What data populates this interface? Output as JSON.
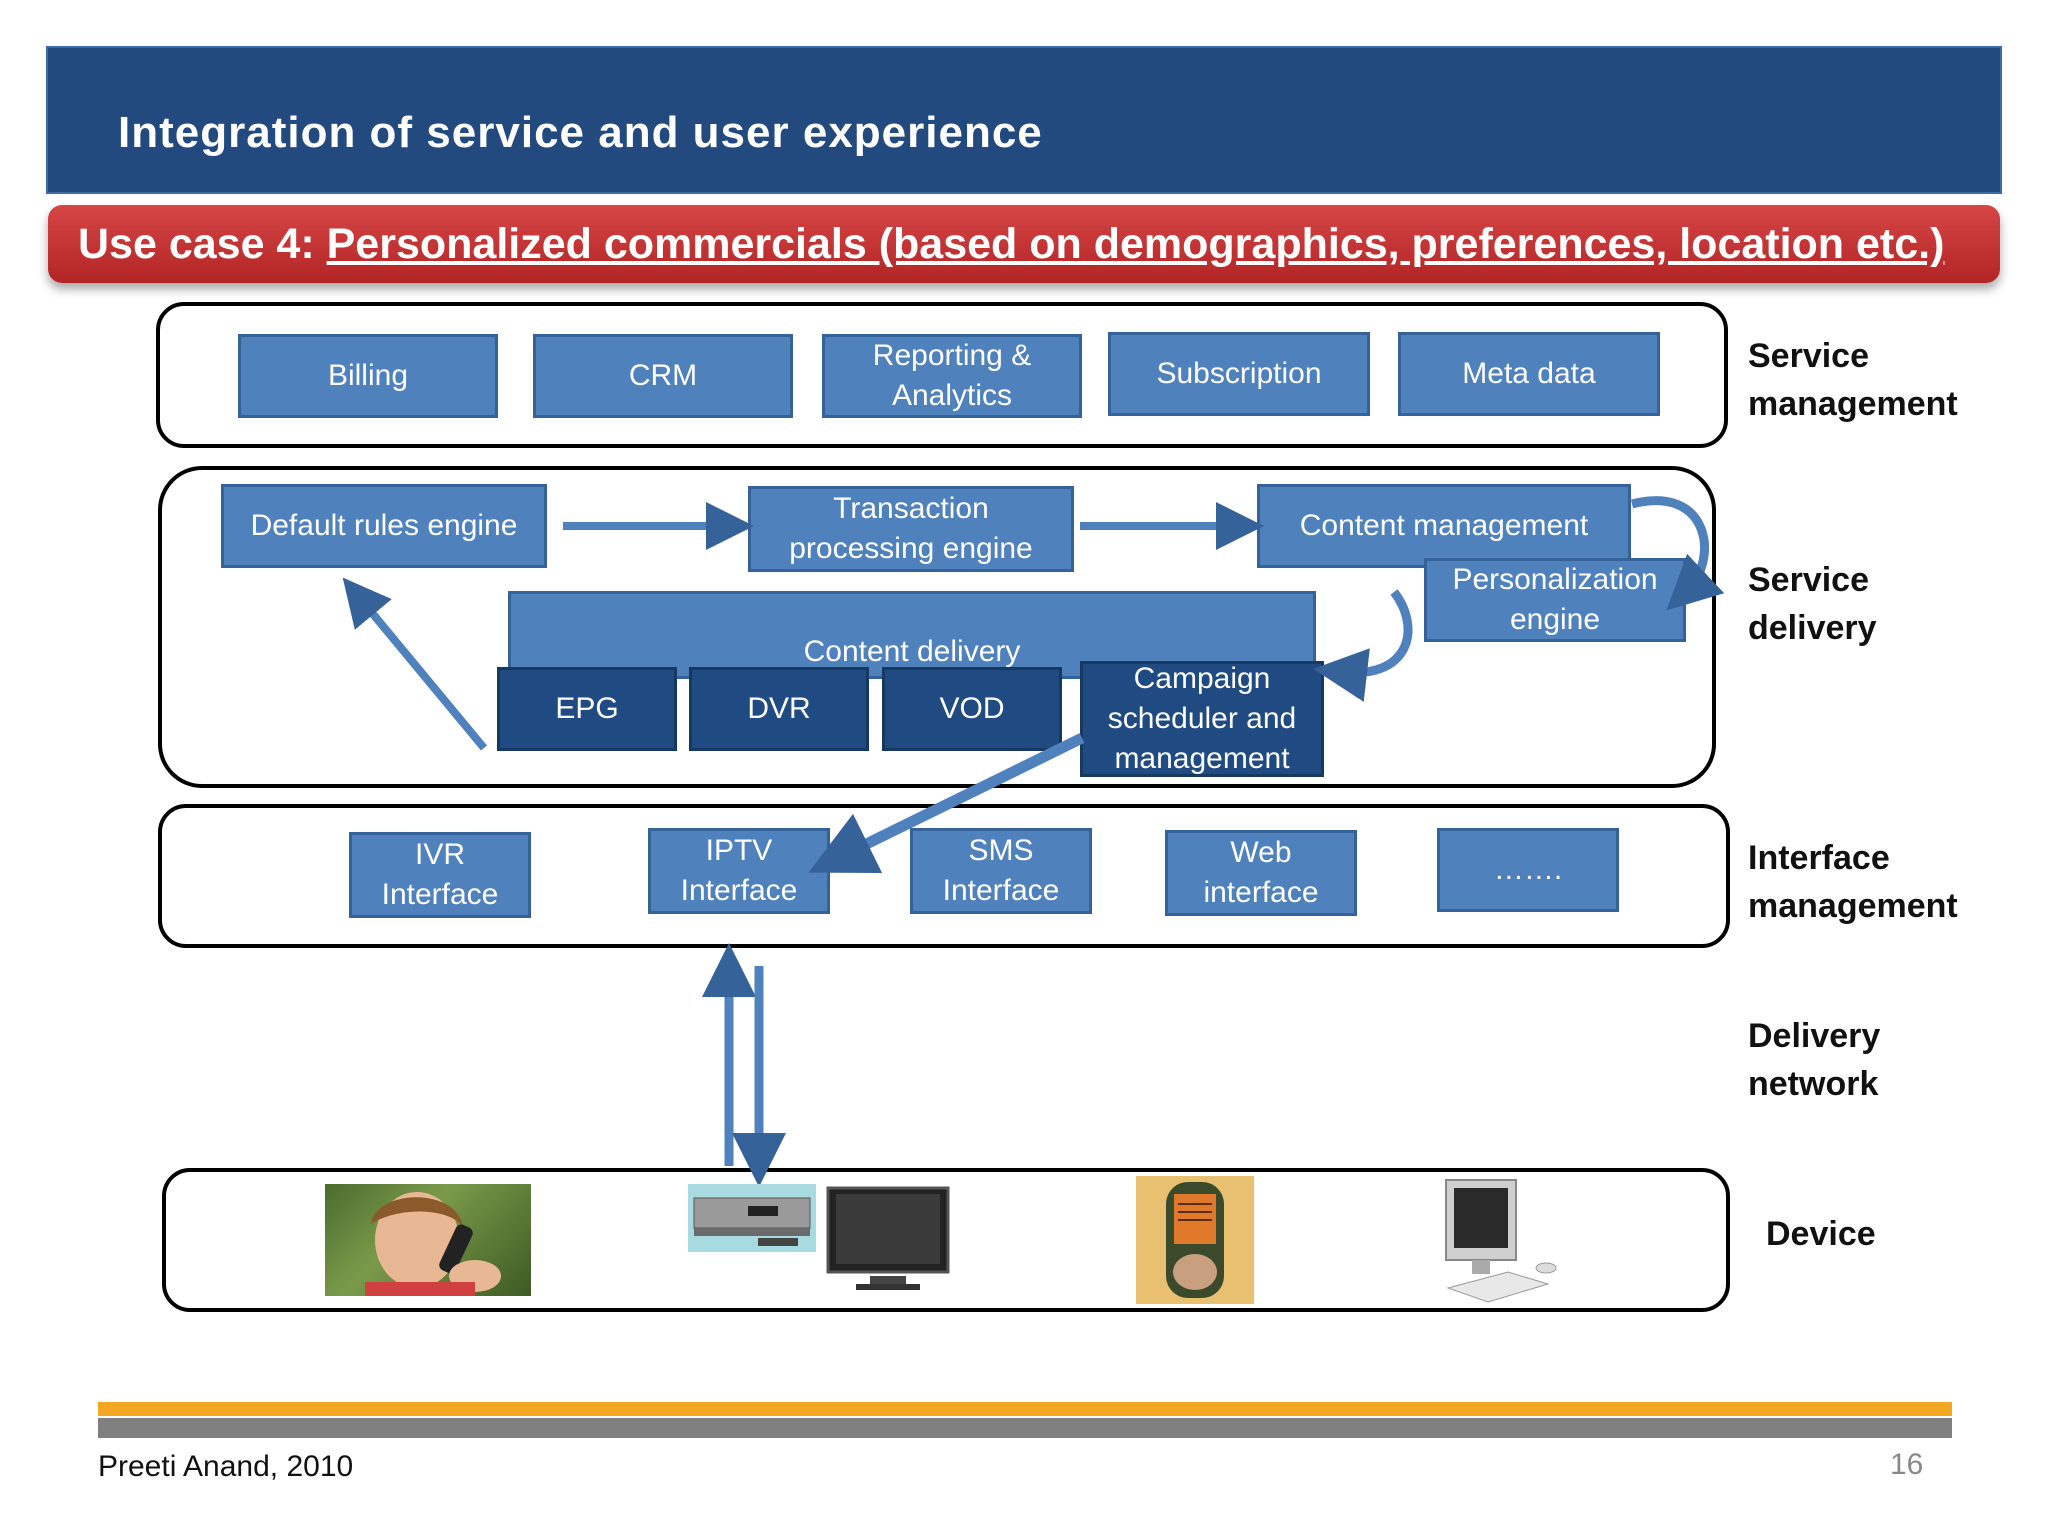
{
  "header": {
    "title": "Integration of service and user experience",
    "usecase_prefix": "Use case 4: ",
    "usecase_text": "Personalized commercials (based on demographics, preferences, location etc.)"
  },
  "service_management": {
    "label": "Service\nmanagement",
    "boxes": [
      "Billing",
      "CRM",
      "Reporting &\nAnalytics",
      "Subscription",
      "Meta data"
    ]
  },
  "service_delivery": {
    "label": "Service\ndelivery",
    "default_rules": "Default rules engine",
    "transaction": "Transaction\nprocessing engine",
    "content_management": "Content  management",
    "personalization": "Personalization\nengine",
    "content_delivery": "Content  delivery",
    "epg": "EPG",
    "dvr": "DVR",
    "vod": "VOD",
    "campaign": "Campaign\nscheduler and\nmanagement"
  },
  "interface_management": {
    "label": "Interface\nmanagement",
    "boxes": [
      "IVR\nInterface",
      "IPTV\nInterface",
      "SMS\nInterface",
      "Web\ninterface",
      "……."
    ]
  },
  "delivery_network": {
    "label": "Delivery\nnetwork"
  },
  "device": {
    "label": "Device",
    "icons": [
      "person-on-phone-icon",
      "set-top-box-icon",
      "tv-icon",
      "mobile-phone-sms-icon",
      "desktop-computer-icon"
    ]
  },
  "footer": {
    "author": "Preeti Anand, 2010",
    "page": "16"
  },
  "colors": {
    "box": "#4f81bd",
    "box_dark": "#1f4b82",
    "title_bar": "#224a7f",
    "usecase_bar": "#c0392b",
    "footer_orange": "#f5a623"
  }
}
